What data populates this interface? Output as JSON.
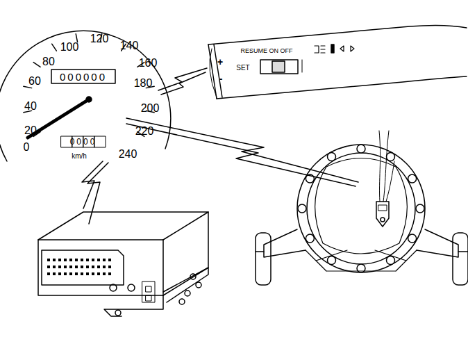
{
  "diagram": {
    "labels": [
      "0",
      "20",
      "40",
      "60",
      "80",
      "100",
      "120",
      "140",
      "160",
      "180",
      "200",
      "220",
      "240",
      "000000",
      "0000",
      "km/h",
      "RESUME ON OFF",
      "SET",
      "+",
      "-"
    ]
  }
}
